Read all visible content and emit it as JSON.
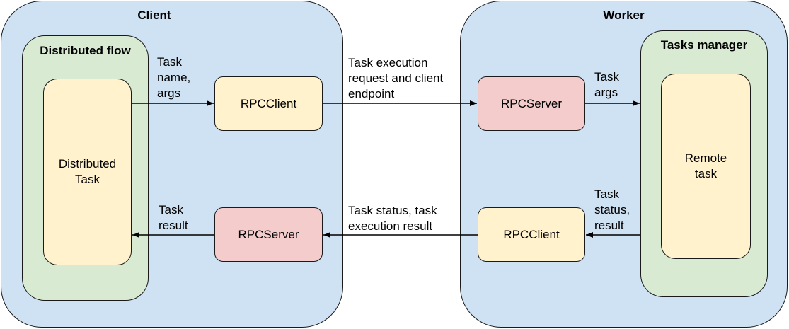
{
  "client": {
    "title": "Client"
  },
  "worker": {
    "title": "Worker"
  },
  "distributed_flow": {
    "title": "Distributed flow",
    "task": "Distributed\nTask"
  },
  "tasks_manager": {
    "title": "Tasks manager",
    "task": "Remote\ntask"
  },
  "client_rpc_client": "RPCClient",
  "client_rpc_server": "RPCServer",
  "worker_rpc_server": "RPCServer",
  "worker_rpc_client": "RPCClient",
  "labels": {
    "task_name_args": "Task\nname,\nargs",
    "task_result": "Task\nresult",
    "exec_request": "Task execution\nrequest and client\nendpoint",
    "status_result": "Task status, task\nexecution result",
    "task_args": "Task\nargs",
    "task_status_result": "Task\nstatus,\nresult"
  },
  "colors": {
    "outer": "#cfe2f3",
    "group": "#d9ead3",
    "task": "#fff2cc",
    "rpc_client": "#fff2cc",
    "rpc_server": "#f4cccc"
  }
}
